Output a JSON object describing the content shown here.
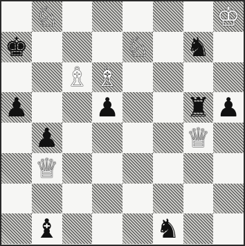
{
  "board": {
    "files": [
      "a",
      "b",
      "c",
      "d",
      "e",
      "f",
      "g",
      "h"
    ],
    "ranks": [
      8,
      7,
      6,
      5,
      4,
      3,
      2,
      1
    ],
    "pieces": [
      {
        "square": "b8",
        "glyph": "♘",
        "color": "white",
        "name": "white-knight-icon"
      },
      {
        "square": "h8",
        "glyph": "♔",
        "color": "white",
        "name": "white-king-icon"
      },
      {
        "square": "a7",
        "glyph": "♚",
        "color": "black",
        "name": "black-king-icon"
      },
      {
        "square": "e7",
        "glyph": "♘",
        "color": "white",
        "name": "white-knight-icon"
      },
      {
        "square": "g7",
        "glyph": "♞",
        "color": "black",
        "name": "black-knight-icon"
      },
      {
        "square": "c6",
        "glyph": "♗",
        "color": "white",
        "name": "white-bishop-icon"
      },
      {
        "square": "d6",
        "glyph": "♗",
        "color": "white",
        "name": "white-bishop-icon"
      },
      {
        "square": "a5",
        "glyph": "♟",
        "color": "black",
        "name": "black-pawn-icon"
      },
      {
        "square": "d5",
        "glyph": "♟",
        "color": "black",
        "name": "black-pawn-icon"
      },
      {
        "square": "g5",
        "glyph": "♜",
        "color": "black",
        "name": "black-rook-icon"
      },
      {
        "square": "h5",
        "glyph": "♟",
        "color": "black",
        "name": "black-pawn-icon"
      },
      {
        "square": "b4",
        "glyph": "♟",
        "color": "black",
        "name": "black-pawn-icon"
      },
      {
        "square": "g4",
        "glyph": "♕",
        "color": "white",
        "name": "white-queen-icon"
      },
      {
        "square": "b3",
        "glyph": "♕",
        "color": "white",
        "name": "white-queen-icon"
      },
      {
        "square": "b1",
        "glyph": "♝",
        "color": "black",
        "name": "black-bishop-icon"
      },
      {
        "square": "f1",
        "glyph": "♞",
        "color": "black",
        "name": "black-knight-icon"
      }
    ]
  },
  "colors": {
    "light_square": "#f6f6f4",
    "dark_square_hatch": "#444444",
    "border": "#2a2a2a"
  }
}
